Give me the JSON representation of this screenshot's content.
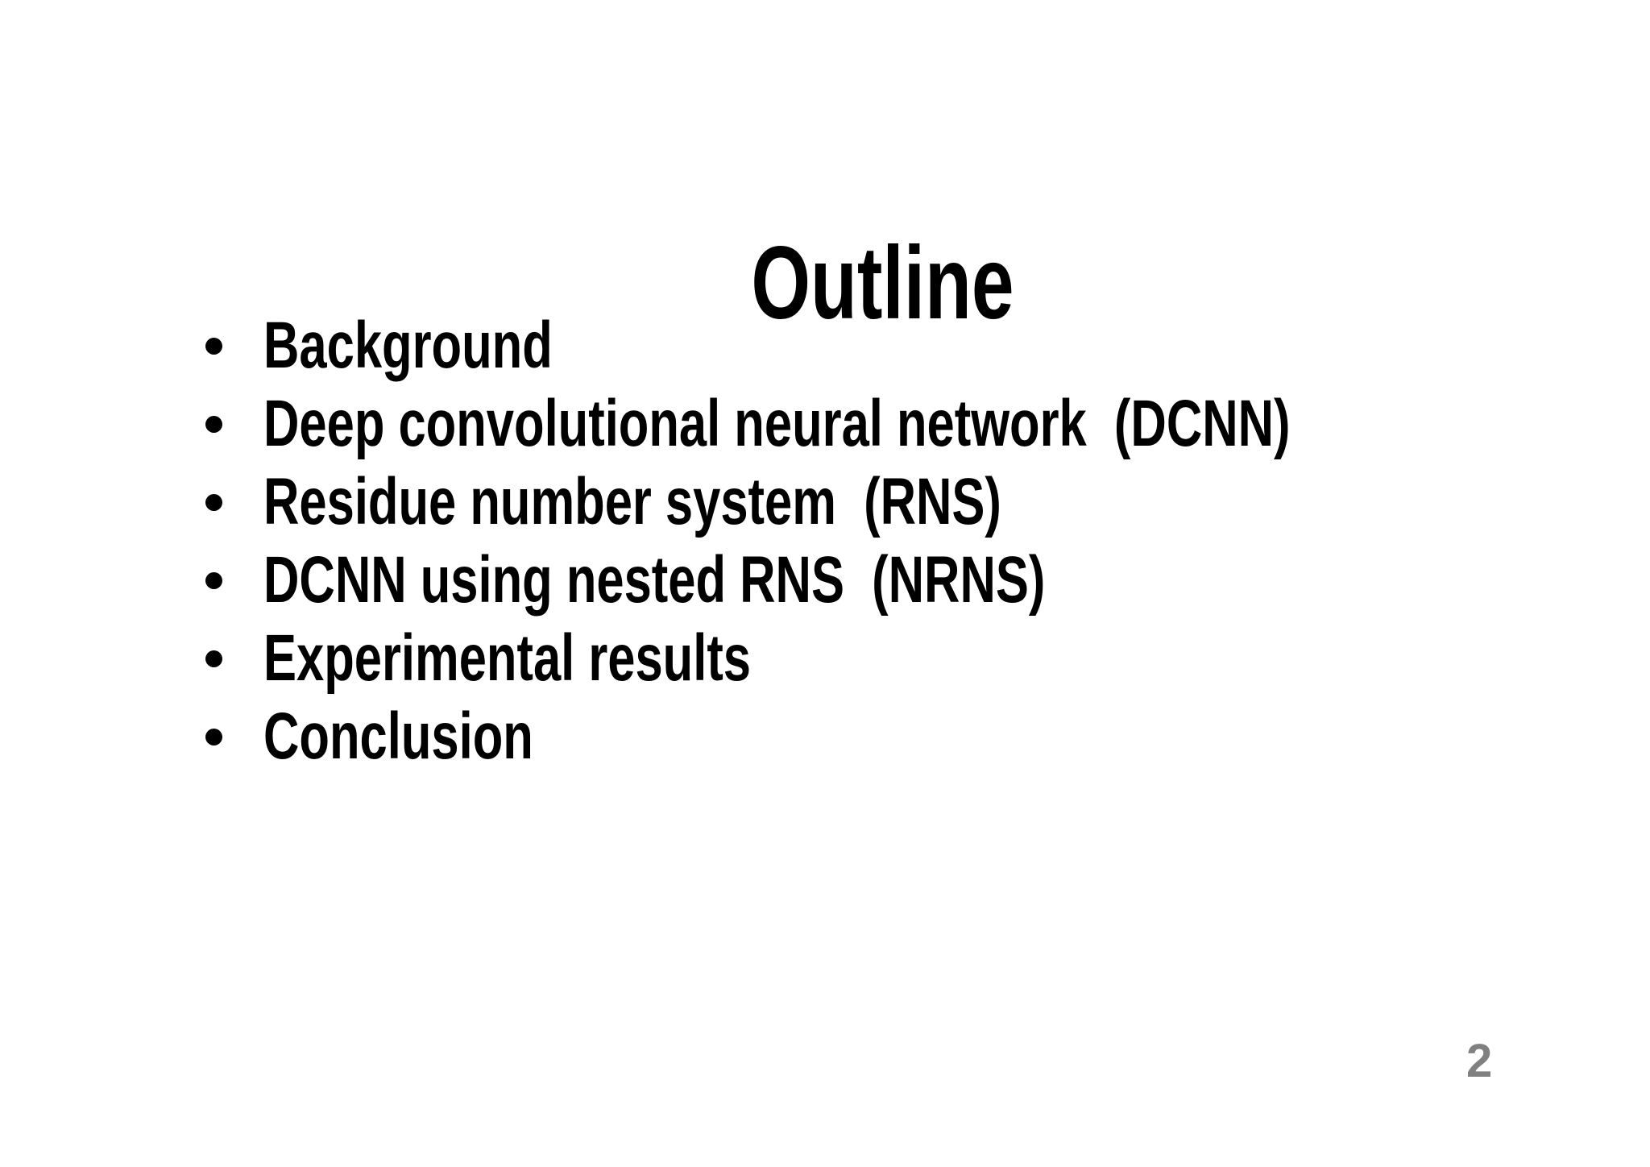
{
  "slide": {
    "title": "Outline",
    "bullets": [
      "Background",
      "Deep convolutional neural network  (DCNN)",
      "Residue number system  (RNS)",
      "DCNN using nested RNS  (NRNS)",
      "Experimental results",
      "Conclusion"
    ],
    "page_number": "2",
    "colors": {
      "background": "#ffffff",
      "text": "#000000",
      "page_number": "#808080"
    }
  }
}
